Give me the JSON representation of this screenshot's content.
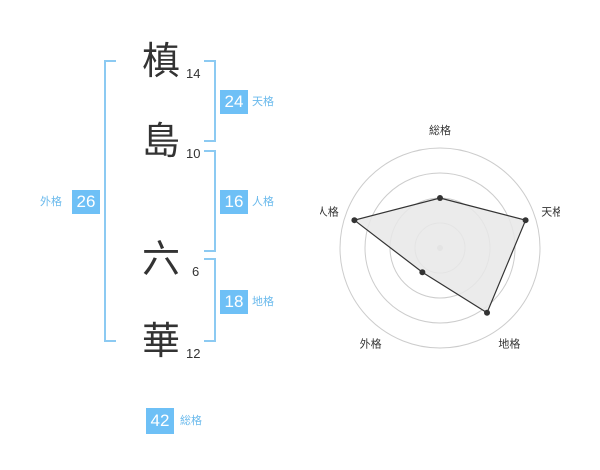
{
  "name": {
    "chars": [
      {
        "char": "槙",
        "strokes": "14"
      },
      {
        "char": "島",
        "strokes": "10"
      },
      {
        "char": "六",
        "strokes": "6"
      },
      {
        "char": "華",
        "strokes": "12"
      }
    ]
  },
  "kakusu": {
    "tenkaku": {
      "value": "24",
      "label": "天格"
    },
    "jinkaku": {
      "value": "16",
      "label": "人格"
    },
    "chikaku": {
      "value": "18",
      "label": "地格"
    },
    "gaikaku": {
      "value": "26",
      "label": "外格"
    },
    "soukaku": {
      "value": "42",
      "label": "総格"
    }
  },
  "chart_data": {
    "type": "radar",
    "axes": [
      "総格",
      "天格",
      "地格",
      "外格",
      "人格"
    ],
    "values": [
      2.5,
      4.5,
      4,
      1.5,
      4.5
    ],
    "max": 5,
    "rings": 4,
    "colors": {
      "fill": "#e8e8e8",
      "line": "#333333",
      "grid": "#cccccc"
    }
  }
}
